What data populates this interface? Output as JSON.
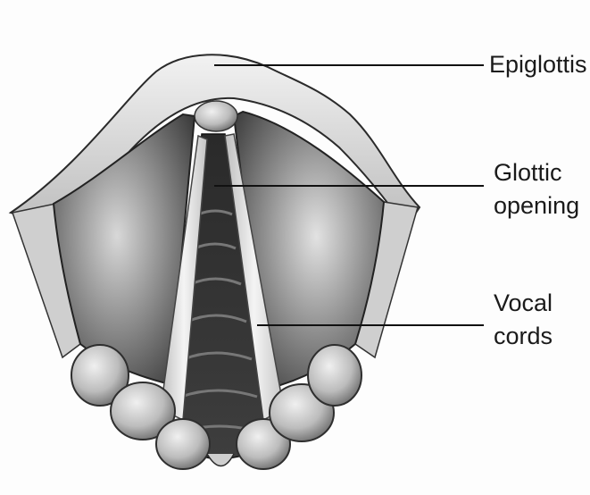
{
  "labels": {
    "epiglottis": "Epiglottis",
    "glottic_line1": "Glottic",
    "glottic_line2": "opening",
    "vocal_line1": "Vocal",
    "vocal_line2": "cords"
  }
}
